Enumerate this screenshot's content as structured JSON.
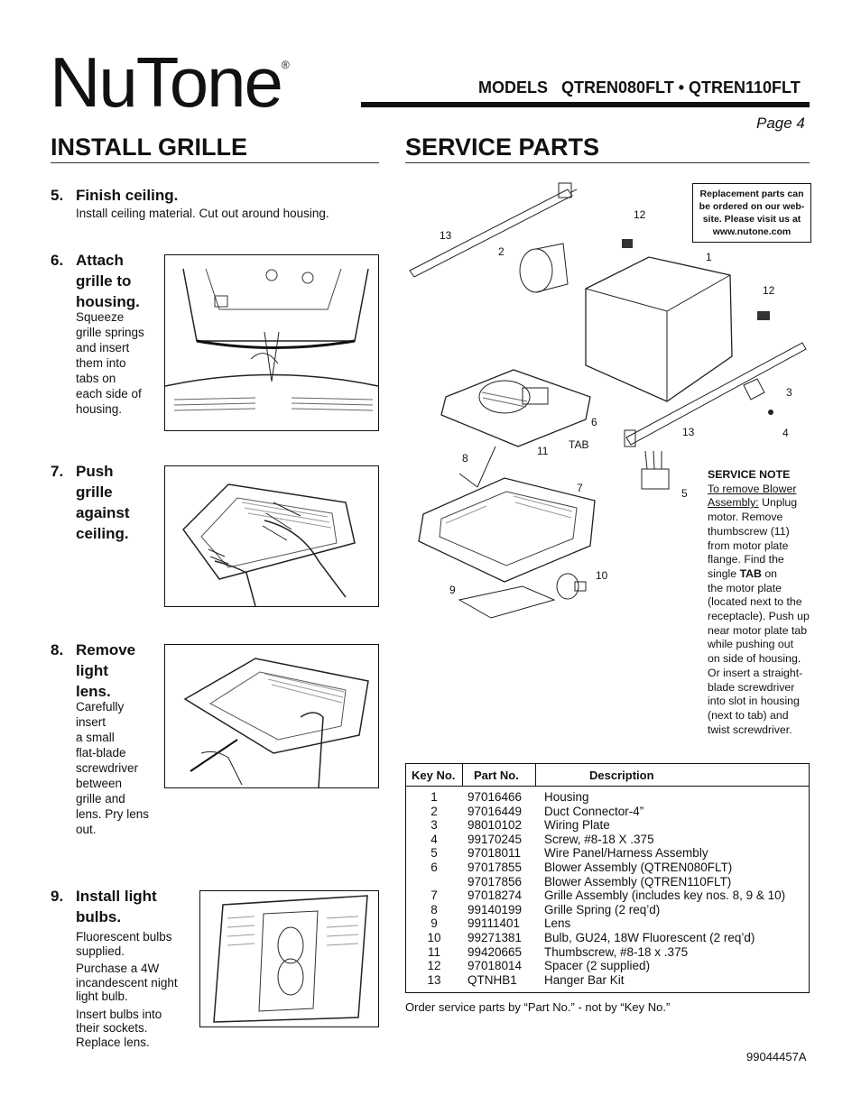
{
  "header": {
    "brand": "NuTone",
    "registered": "®",
    "models_label": "MODELS",
    "models": "QTREN080FLT • QTREN110FLT",
    "page": "Page 4"
  },
  "left": {
    "title": "INSTALL GRILLE",
    "steps": [
      {
        "num": "5.",
        "title": "Finish ceiling.",
        "body": [
          "Install ceiling material. Cut out around housing."
        ]
      },
      {
        "num": "6.",
        "title_lines": [
          "Attach",
          "grille to",
          "housing."
        ],
        "body": [
          "Squeeze",
          "grille springs",
          "and insert",
          "them into",
          "tabs on",
          "each side of",
          "housing."
        ]
      },
      {
        "num": "7.",
        "title_lines": [
          "Push",
          "grille",
          "against",
          "ceiling."
        ]
      },
      {
        "num": "8.",
        "title_lines": [
          "Remove",
          "light",
          "lens."
        ],
        "body": [
          "Carefully",
          "insert",
          "a small",
          "flat-blade",
          "screwdriver",
          "between",
          "grille and",
          "lens. Pry lens",
          "out."
        ]
      },
      {
        "num": "9.",
        "title_lines": [
          "Install light",
          "bulbs."
        ],
        "paras": [
          [
            "Fluorescent bulbs",
            "supplied."
          ],
          [
            "Purchase a 4W",
            "incandescent night",
            "light bulb."
          ],
          [
            "Insert bulbs into",
            "their sockets.",
            "Replace lens."
          ]
        ]
      }
    ]
  },
  "right": {
    "title": "SERVICE PARTS",
    "callout": [
      "Replacement parts can",
      "be ordered on our web-",
      "site. Please visit us at",
      "www.nutone.com"
    ],
    "diagram_labels": {
      "n1": "1",
      "n2": "2",
      "n3": "3",
      "n4": "4",
      "n5": "5",
      "n6": "6",
      "n7": "7",
      "n8": "8",
      "n9": "9",
      "n10": "10",
      "n11": "11",
      "n12a": "12",
      "n12b": "12",
      "n13a": "13",
      "n13b": "13",
      "tab": "TAB"
    },
    "service_note": {
      "title": "SERVICE NOTE",
      "link": [
        "To remove Blower",
        "Assembly:"
      ],
      "lines": [
        "Unplug",
        "motor. Remove",
        "thumbscrew (11)",
        "from motor plate",
        "flange. Find the",
        "single",
        "TAB",
        "on",
        "the motor plate",
        "(located next to the",
        "receptacle). Push up",
        "near motor plate tab",
        "while pushing out",
        "on side of housing.",
        "Or insert a straight-",
        "blade screwdriver",
        "into slot in housing",
        "(next to tab) and",
        "twist screwdriver."
      ]
    },
    "table": {
      "headers": [
        "Key No.",
        "Part No.",
        "Description"
      ],
      "rows": [
        [
          "1",
          "97016466",
          "Housing"
        ],
        [
          "2",
          "97016449",
          "Duct Connector-4”"
        ],
        [
          "3",
          "98010102",
          "Wiring Plate"
        ],
        [
          "4",
          "99170245",
          "Screw, #8-18 X .375"
        ],
        [
          "5",
          "97018011",
          "Wire Panel/Harness Assembly"
        ],
        [
          "6",
          "97017855",
          "Blower Assembly (QTREN080FLT)"
        ],
        [
          "",
          "97017856",
          "Blower Assembly (QTREN110FLT)"
        ],
        [
          "7",
          "97018274",
          "Grille Assembly (includes key nos. 8, 9 & 10)"
        ],
        [
          "8",
          "99140199",
          "Grille Spring (2 req’d)"
        ],
        [
          "9",
          "99111401",
          "Lens"
        ],
        [
          "10",
          "99271381",
          "Bulb, GU24, 18W Fluorescent (2 req’d)"
        ],
        [
          "11",
          "99420665",
          "Thumbscrew, #8-18 x .375"
        ],
        [
          "12",
          "97018014",
          "Spacer (2 supplied)"
        ],
        [
          "13",
          "QTNHB1",
          "Hanger Bar Kit"
        ]
      ],
      "footnote": "Order service parts by “Part No.” - not by “Key No.”"
    },
    "doc_number": "99044457A"
  }
}
